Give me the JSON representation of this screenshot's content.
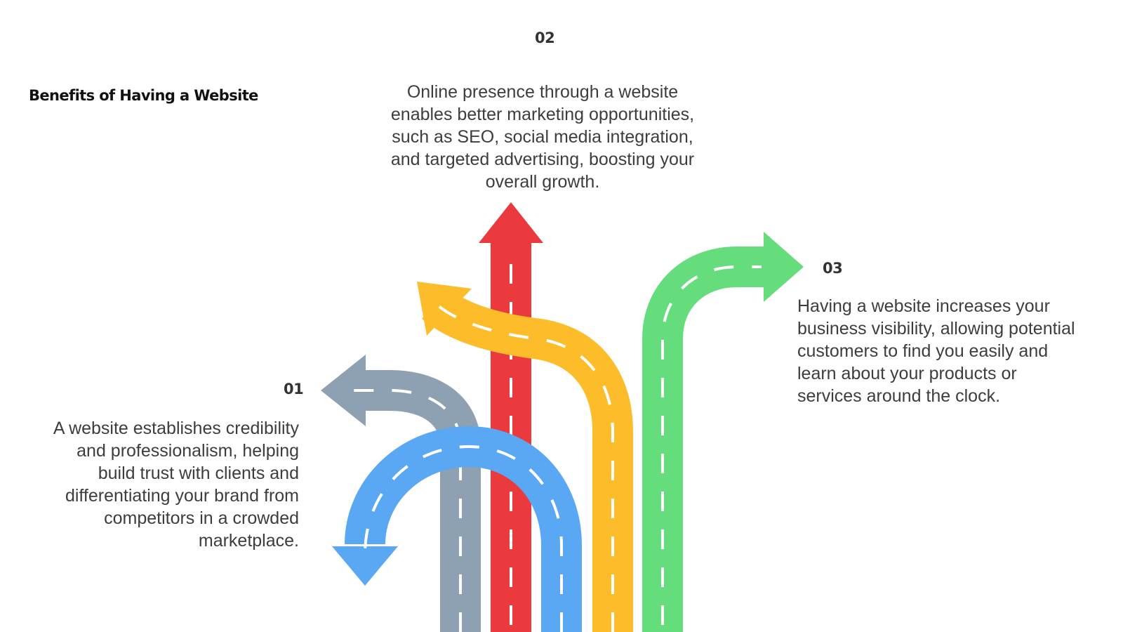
{
  "title": "Benefits of Having a Website",
  "items": [
    {
      "number": "01",
      "text": "A website establishes credibility and professionalism, helping build trust with clients and differentiating your brand from competitors in a crowded marketplace.",
      "arrow_color": "#8ea1b2"
    },
    {
      "number": "02",
      "text": "Online presence through a website enables better marketing opportunities, such as SEO, social media integration, and targeted advertising, boosting your overall growth.",
      "arrow_color": "#ea3a3d"
    },
    {
      "number": "03",
      "text": "Having a website increases your business visibility, allowing potential customers to find you easily and learn about your products or services around the clock.",
      "arrow_color": "#66dd7c"
    }
  ],
  "decorative_arrows": [
    {
      "name": "yellow-arrow",
      "color": "#fdbd2b"
    },
    {
      "name": "blue-arrow",
      "color": "#5aa8f4"
    }
  ]
}
